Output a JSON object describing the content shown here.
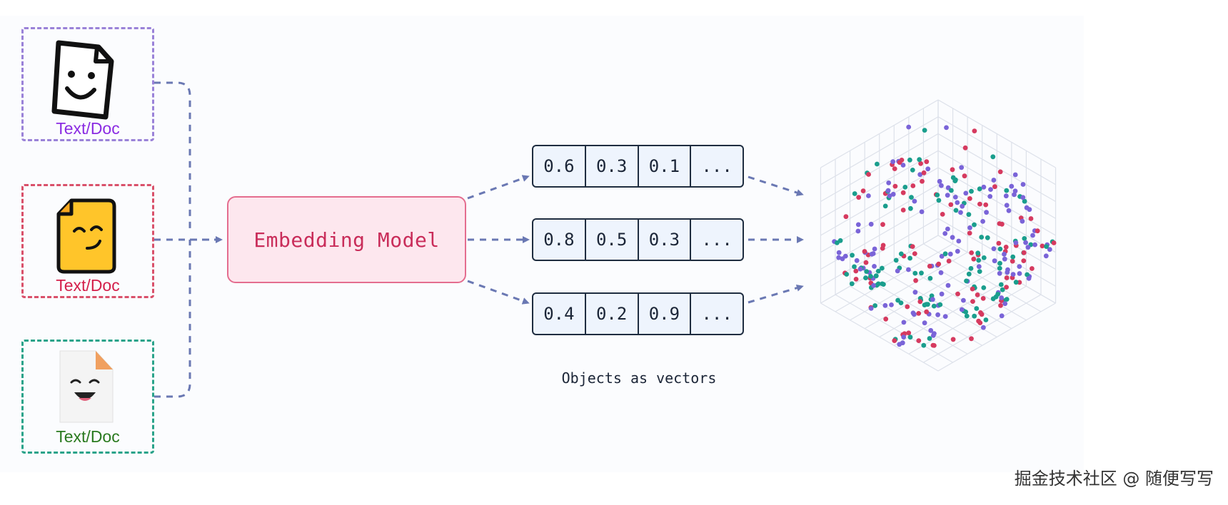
{
  "inputs": [
    {
      "label": "Text/Doc",
      "color": "#8a2be2",
      "border": "#9a82d8"
    },
    {
      "label": "Text/Doc",
      "color": "#d41f4a",
      "border": "#d9506a"
    },
    {
      "label": "Text/Doc",
      "color": "#2a7a1f",
      "border": "#2aa38a"
    }
  ],
  "model": {
    "label": "Embedding Model"
  },
  "vectors": [
    [
      "0.6",
      "0.3",
      "0.1",
      "..."
    ],
    [
      "0.8",
      "0.5",
      "0.3",
      "..."
    ],
    [
      "0.4",
      "0.2",
      "0.9",
      "..."
    ]
  ],
  "caption": "Objects as vectors",
  "watermark": "掘金技术社区 @ 随便写写",
  "colors": {
    "arrow": "#6a78b3",
    "dot_red": "#d63a5f",
    "dot_purple": "#7a64d8",
    "dot_teal": "#1a9e8d",
    "grid": "#dde1ea"
  }
}
